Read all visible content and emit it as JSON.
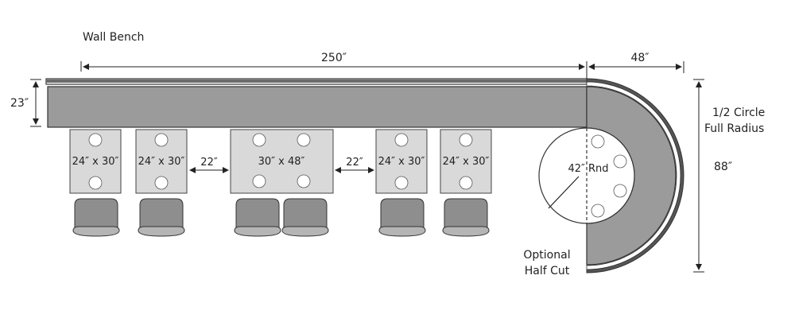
{
  "labels": {
    "wall_bench": "Wall Bench",
    "length_main": "250″",
    "length_end": "48″",
    "depth": "23″",
    "radius_line1": "1/2 Circle",
    "radius_line2": "Full Radius",
    "height_total": "88″",
    "gap_1": "22″",
    "gap_2": "22″",
    "round_table": "42″ Rnd",
    "half_cut_line1": "Optional",
    "half_cut_line2": "Half Cut"
  },
  "tables": [
    {
      "label": "24″ x 30″"
    },
    {
      "label": "24″ x 30″"
    },
    {
      "label": "30″ x 48″"
    },
    {
      "label": "24″ x 30″"
    },
    {
      "label": "24″ x 30″"
    }
  ],
  "colors": {
    "bench_fill": "#9b9b9b",
    "table_fill": "#d9d9d9",
    "outline": "#333333"
  }
}
